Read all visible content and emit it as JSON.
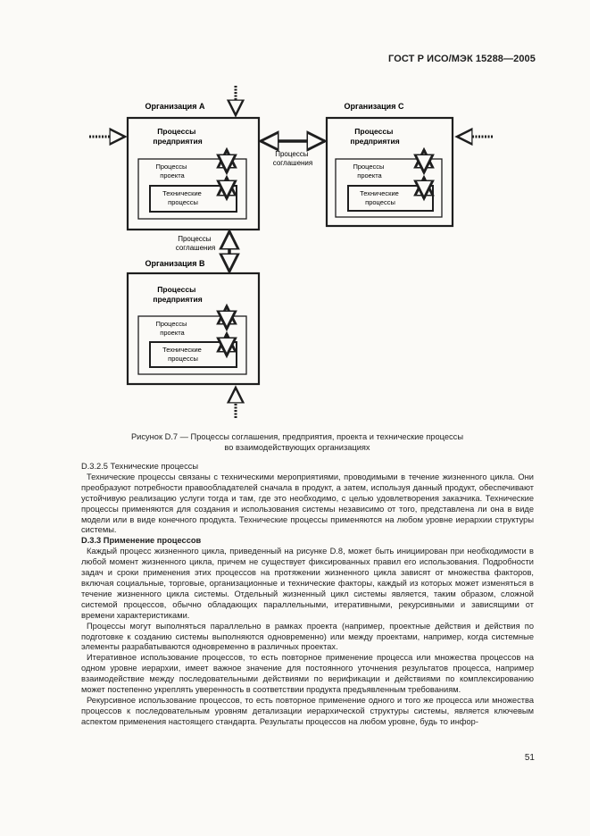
{
  "header": {
    "standard": "ГОСТ Р ИСО/МЭК 15288—2005"
  },
  "diagram": {
    "org_a": {
      "title": "Организация A",
      "enterprise": [
        "Процессы",
        "предприятия"
      ],
      "project": [
        "Процессы",
        "проекта"
      ],
      "technical": [
        "Технические",
        "процессы"
      ]
    },
    "org_c": {
      "title": "Организация C",
      "enterprise": [
        "Процессы",
        "предприятия"
      ],
      "project": [
        "Процессы",
        "проекта"
      ],
      "technical": [
        "Технические",
        "процессы"
      ]
    },
    "org_b": {
      "title": "Организация B",
      "enterprise": [
        "Процессы",
        "предприятия"
      ],
      "project": [
        "Процессы",
        "проекта"
      ],
      "technical": [
        "Технические",
        "процессы"
      ]
    },
    "agreement_ac": [
      "Процессы",
      "соглашения"
    ],
    "agreement_ab": [
      "Процессы",
      "соглашения"
    ]
  },
  "caption": [
    "Рисунок D.7 — Процессы соглашения, предприятия, проекта и технические процессы",
    "во взаимодействующих организациях"
  ],
  "paragraphs": [
    {
      "style": "plain",
      "text": "D.3.2.5 Технические процессы"
    },
    {
      "style": "ind",
      "text": "Технические процессы связаны с техническими мероприятиями, проводимыми в течение жизненного цикла. Они преобразуют потребности правообладателей сначала в продукт, а затем, используя данный продукт, обеспечивают устойчивую реализацию услуги тогда и там, где это необходимо, с целью удовлетворения заказчика. Технические процессы применяются для создания и использования системы независимо от того, представлена ли она в виде модели или в виде конечного продукта. Технические процессы применяются на любом уровне иерархии структуры системы."
    },
    {
      "style": "head",
      "text": "D.3.3 Применение процессов"
    },
    {
      "style": "ind",
      "text": "Каждый процесс жизненного цикла, приведенный на рисунке D.8, может быть инициирован при необходимости в любой момент жизненного цикла, причем не существует фиксированных правил его использования. Подробности задач и сроки применения этих процессов на протяжении жизненного цикла зависят от множества факторов, включая социальные, торговые, организационные и технические факторы, каждый из которых может изменяться в течение жизненного цикла системы. Отдельный жизненный цикл системы является, таким образом, сложной системой процессов, обычно обладающих параллельными, итеративными, рекурсивными и зависящими от времени характеристиками."
    },
    {
      "style": "ind",
      "text": "Процессы могут выполняться параллельно в рамках проекта (например, проектные действия и действия по подготовке к созданию системы выполняются одновременно) или между проектами, например, когда системные элементы разрабатываются одновременно в различных проектах."
    },
    {
      "style": "ind",
      "text": "Итеративное использование процессов, то есть повторное применение процесса или множества процессов на одном уровне иерархии, имеет важное значение для постоянного уточнения результатов процесса, например взаимодействие между последовательными действиями по верификации и действиями по комплексированию может постепенно укреплять уверенность в соответствии продукта предъявленным требованиям."
    },
    {
      "style": "ind",
      "text": "Рекурсивное использование процессов, то есть повторное применение одного и того же процесса или множества процессов к последовательным уровням детализации иерархической структуры системы, является ключевым аспектом применения настоящего стандарта. Результаты процессов на любом уровне, будь то инфор-"
    }
  ],
  "page_number": "51"
}
